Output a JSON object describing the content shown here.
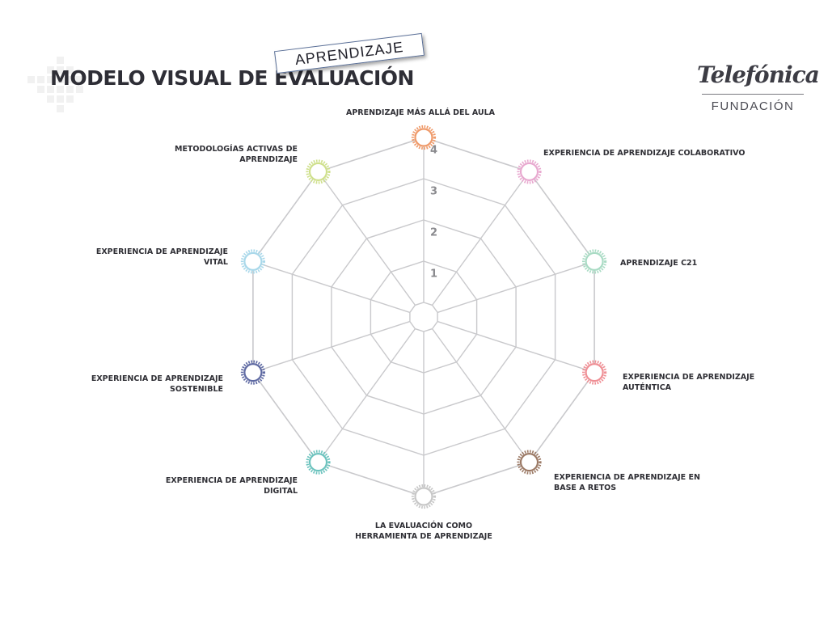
{
  "header": {
    "title": "MODELO VISUAL DE EVALUACIÓN",
    "sticker": "APRENDIZAJE"
  },
  "logo": {
    "brand": "Telefónica",
    "sub": "FUNDACIÓN"
  },
  "diagram": {
    "scale_ticks": [
      "1",
      "2",
      "3",
      "4"
    ],
    "levels": 4,
    "axes": [
      {
        "label": "APRENDIZAJE MÁS ALLÁ DEL AULA",
        "color": "#ef9a6a"
      },
      {
        "label": "EXPERIENCIA DE APRENDIZAJE COLABORATIVO",
        "color": "#e8a8cf"
      },
      {
        "label": "APRENDIZAJE C21",
        "color": "#a9dbc4"
      },
      {
        "label": "EXPERIENCIA DE APRENDIZAJE AUTÉNTICA",
        "color": "#ef8f95"
      },
      {
        "label": "EXPERIENCIA DE APRENDIZAJE EN BASE A RETOS",
        "color": "#9c7a66"
      },
      {
        "label": "LA EVALUACIÓN COMO HERRAMIENTA DE APRENDIZAJE",
        "color": "#c7c7c7"
      },
      {
        "label": "EXPERIENCIA DE APRENDIZAJE DIGITAL",
        "color": "#6cc3be"
      },
      {
        "label": "EXPERIENCIA DE APRENDIZAJE SOSTENIBLE",
        "color": "#5f6aa3"
      },
      {
        "label": "EXPERIENCIA DE APRENDIZAJE VITAL",
        "color": "#a9d8ea"
      },
      {
        "label": "METODOLOGÍAS ACTIVAS DE APRENDIZAJE",
        "color": "#cfe08c"
      }
    ]
  }
}
